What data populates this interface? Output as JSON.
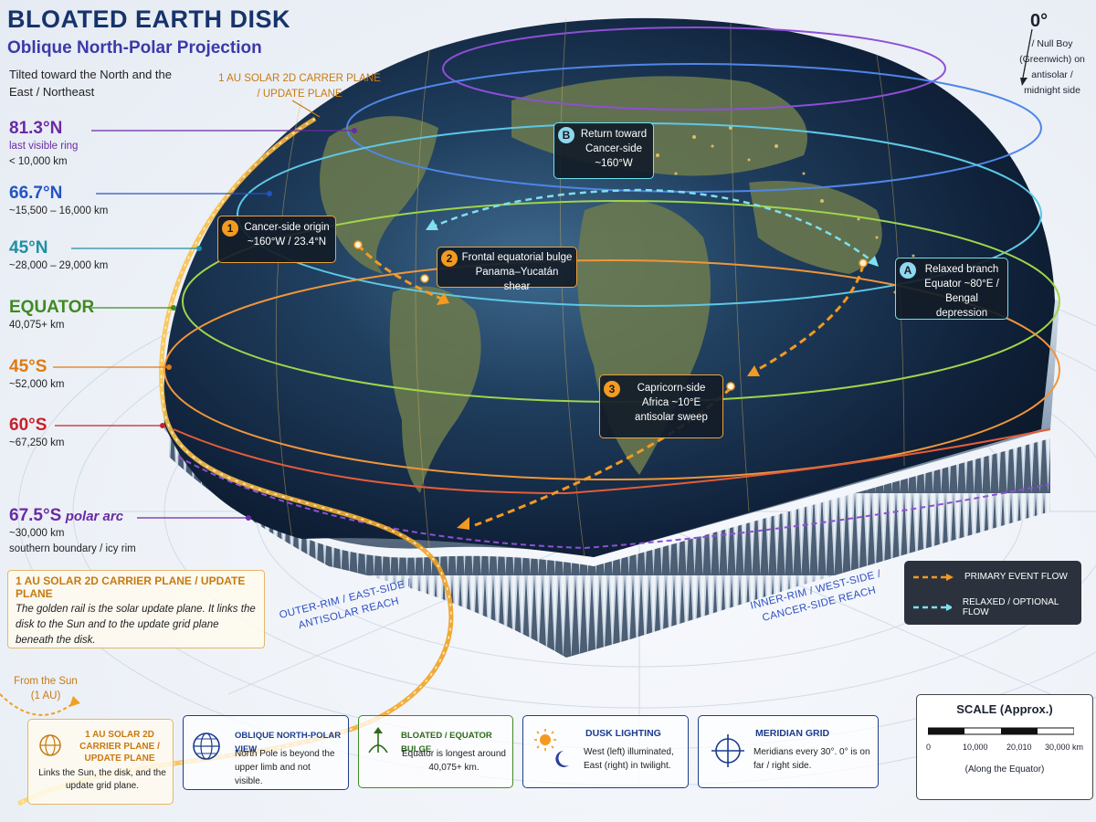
{
  "header": {
    "title": "BLOATED EARTH DISK",
    "subtitle": "Oblique North-Polar Projection",
    "tilt_note": "Tilted toward the North and the East / Northeast"
  },
  "top_carrier_label": "1 AU SOLAR 2D CARRER PLANE / UPDATE PLANE",
  "zero_meridian": {
    "value": "0°",
    "note": "/ Null Boy (Greenwich) on antisolar / midnight side"
  },
  "latitudes": [
    {
      "label": "81.3°N",
      "extra": "last visible ring",
      "sub": "< 10,000 km",
      "color": "#6a2aa6"
    },
    {
      "label": "66.7°N",
      "extra": "",
      "sub": "~15,500 – 16,000 km",
      "color": "#2454c4"
    },
    {
      "label": "45°N",
      "extra": "",
      "sub": "~28,000 – 29,000 km",
      "color": "#1f8ea3"
    },
    {
      "label": "EQUATOR",
      "extra": "",
      "sub": "40,075+ km",
      "color": "#3f8a22"
    },
    {
      "label": "45°S",
      "extra": "",
      "sub": "~52,000 km",
      "color": "#e07a12"
    },
    {
      "label": "60°S",
      "extra": "",
      "sub": "~67,250 km",
      "color": "#c8202a"
    },
    {
      "label": "67.5°S",
      "extra": "polar arc",
      "sub": "~30,000 km",
      "sub2": "southern boundary / icy rim",
      "color": "#6a2aa6"
    }
  ],
  "event_boxes": {
    "b": {
      "badge": "B",
      "text": "Return toward Cancer-side ~160°W"
    },
    "one": {
      "badge": "1",
      "text": "Cancer-side origin ~160°W / 23.4°N"
    },
    "two": {
      "badge": "2",
      "text": "Frontal equatorial bulge Panama–Yucatán shear"
    },
    "a": {
      "badge": "A",
      "text": "Relaxed branch Equator ~80°E / Bengal depression"
    },
    "three": {
      "badge": "3",
      "text": "Capricorn-side Africa ~10°E antisolar sweep"
    }
  },
  "carrier_box": {
    "title": "1 AU SOLAR 2D CARRIER PLANE / UPDATE PLANE",
    "body": "The golden rail is the solar update plane. It links the disk to the Sun and to the update grid plane beneath the disk."
  },
  "rim_labels": {
    "outer": "OUTER-RIM / EAST-SIDE / ANTISOLAR REACH",
    "inner": "INNER-RIM / WEST-SIDE / CANCER-SIDE REACH"
  },
  "sun_label": "From the Sun (1 AU)",
  "legend": {
    "primary": "PRIMARY EVENT FLOW",
    "relaxed": "RELAXED / OPTIONAL FLOW",
    "primary_color": "#f39a21",
    "relaxed_color": "#7fe0ef"
  },
  "info_cards": [
    {
      "icon": "globe-icon",
      "title": "1 AU SOLAR 2D CARRIER PLANE / UPDATE PLANE",
      "body": "Links the Sun, the disk, and the update grid plane."
    },
    {
      "icon": "globe-grid-icon",
      "title": "OBLIQUE NORTH-POLAR VIEW",
      "body": "North Pole is beyond the upper limb and not visible."
    },
    {
      "icon": "bulge-arrow-icon",
      "title": "BLOATED / EQUATOR BULGE",
      "body": "Equator is longest around 40,075+ km."
    },
    {
      "icon": "sun-moon-icon",
      "title": "DUSK LIGHTING",
      "body": "West (left) illuminated, East (right) in twilight."
    },
    {
      "icon": "crosshair-icon",
      "title": "MERIDIAN GRID",
      "body": "Meridians every 30°. 0° is on far / right side."
    }
  ],
  "scale": {
    "title": "SCALE (Approx.)",
    "ticks": [
      "0",
      "10,000",
      "20,010",
      "30,000 km"
    ],
    "note": "(Along the Equator)"
  }
}
